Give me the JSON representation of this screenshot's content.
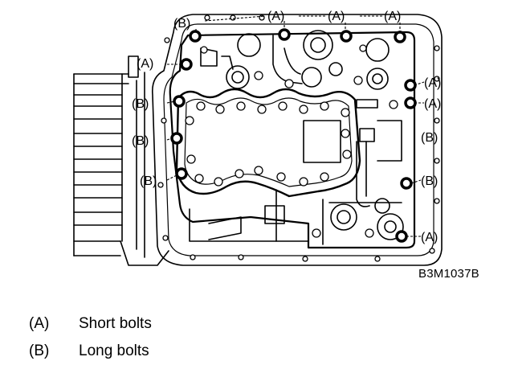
{
  "figure_code": "B3M1037B",
  "callouts": {
    "a": "(A)",
    "b": "(B)"
  },
  "legend": [
    {
      "key": "(A)",
      "label": "Short bolts"
    },
    {
      "key": "(B)",
      "label": "Long bolts"
    }
  ]
}
